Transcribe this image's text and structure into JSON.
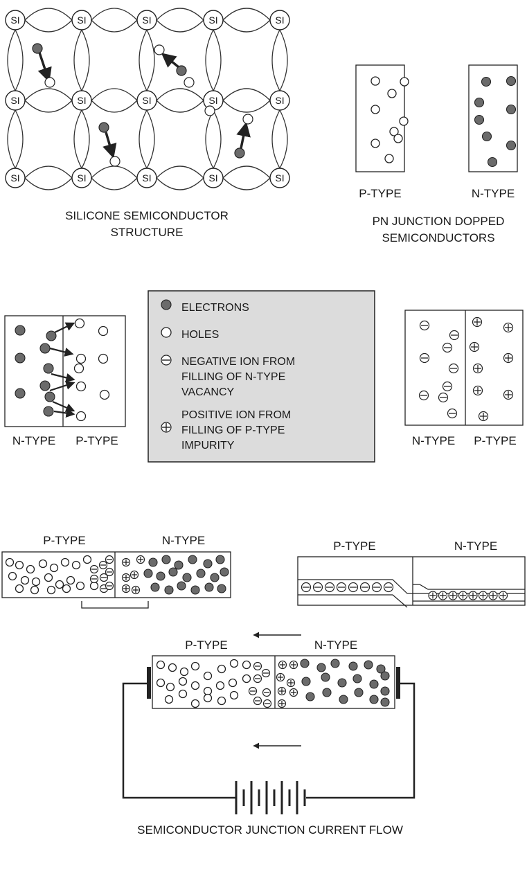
{
  "lattice": {
    "atom_label": "SI",
    "caption": [
      "SILICONE SEMICONDUCTOR",
      "STRUCTURE"
    ]
  },
  "doped": {
    "p_label": "P-TYPE",
    "n_label": "N-TYPE",
    "caption": [
      "PN JUNCTION DOPPED",
      "SEMICONDUCTORS"
    ]
  },
  "diffusion": {
    "left_label": "N-TYPE",
    "right_label": "P-TYPE"
  },
  "legend": {
    "items": [
      {
        "icon": "electron-icon",
        "lines": [
          "ELECTRONS"
        ]
      },
      {
        "icon": "hole-icon",
        "lines": [
          "HOLES"
        ]
      },
      {
        "icon": "negative-ion-icon",
        "lines": [
          "NEGATIVE ION FROM",
          "FILLING OF N-TYPE",
          "VACANCY"
        ]
      },
      {
        "icon": "positive-ion-icon",
        "lines": [
          "POSITIVE ION FROM",
          "FILLING OF P-TYPE",
          "IMPURITY"
        ]
      }
    ]
  },
  "ions": {
    "left_label": "N-TYPE",
    "right_label": "P-TYPE"
  },
  "depletion": {
    "p_label": "P-TYPE",
    "n_label": "N-TYPE"
  },
  "band": {
    "p_label": "P-TYPE",
    "n_label": "N-TYPE"
  },
  "circuit": {
    "p_label": "P-TYPE",
    "n_label": "N-TYPE",
    "caption": "SEMICONDUCTOR JUNCTION CURRENT FLOW"
  },
  "colors": {
    "electron": "#6b6b6b",
    "legend_bg": "#dcdcdc",
    "stroke": "#222222"
  }
}
